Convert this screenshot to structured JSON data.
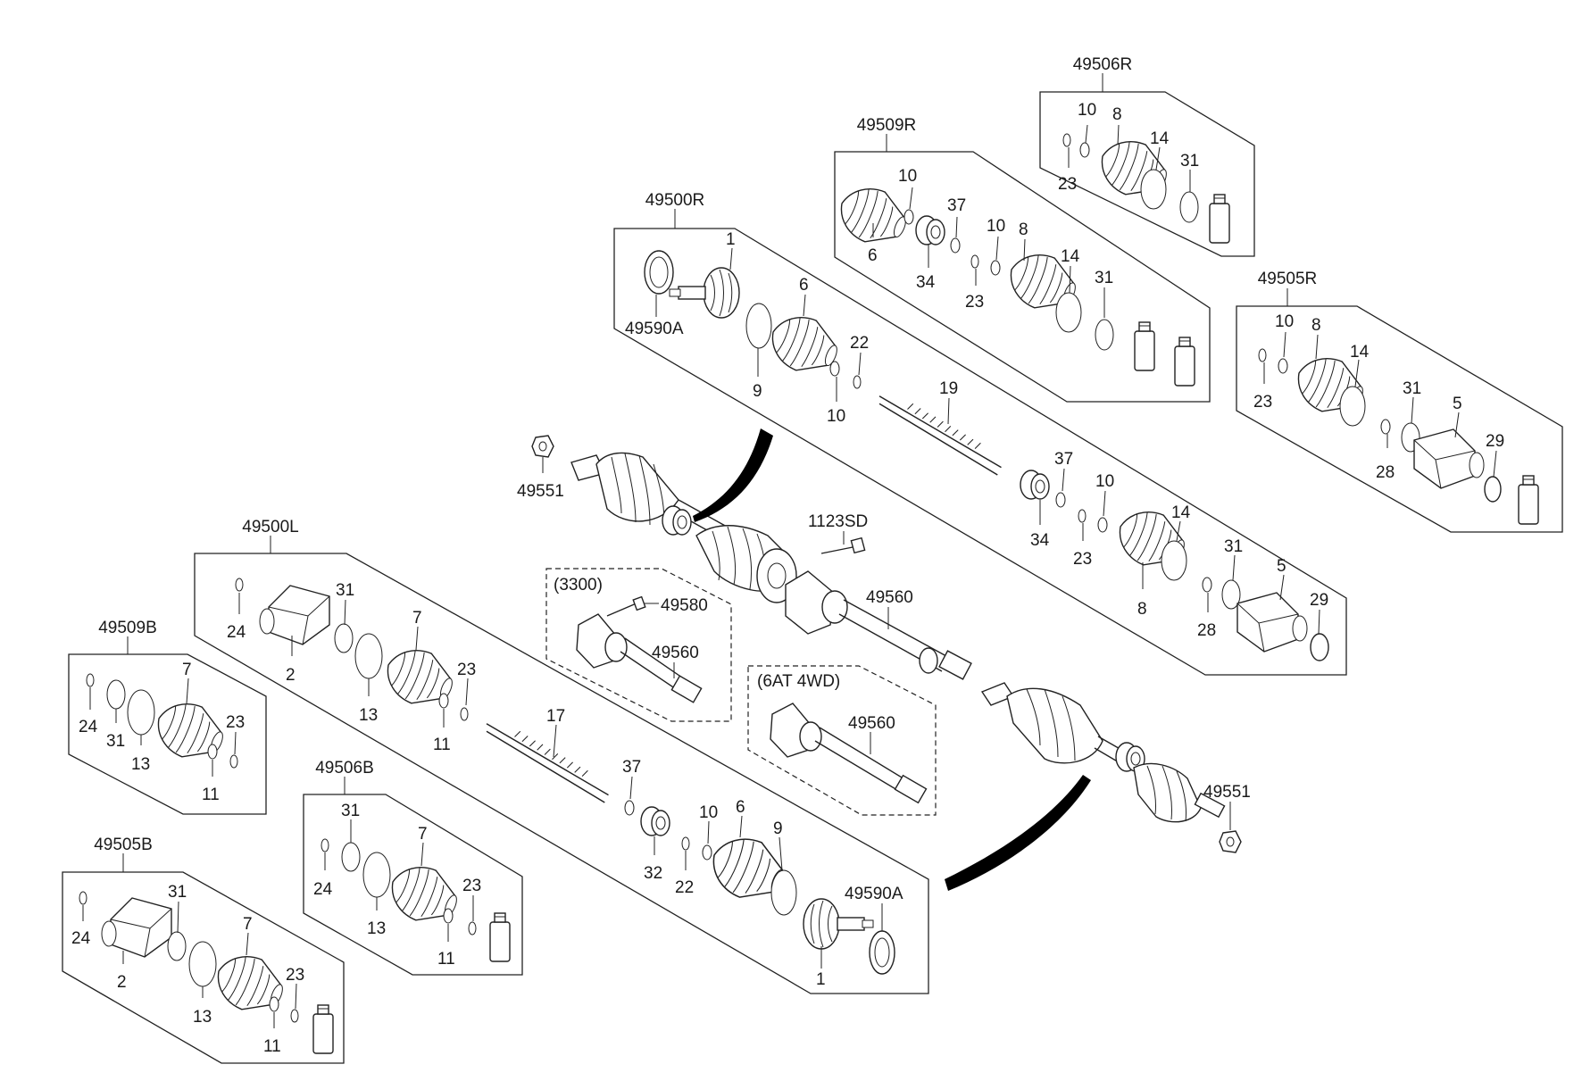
{
  "groups": {
    "g49506R": "49506R",
    "g49509R": "49509R",
    "g49500R": "49500R",
    "g49505R": "49505R",
    "g49500L": "49500L",
    "g49509B": "49509B",
    "g49506B": "49506B",
    "g49505B": "49505B",
    "v3300": "(3300)",
    "v6at4wd": "(6AT 4WD)"
  },
  "parts": {
    "p1": "1",
    "p2": "2",
    "p5": "5",
    "p6": "6",
    "p7": "7",
    "p8": "8",
    "p9": "9",
    "p10": "10",
    "p11": "11",
    "p13": "13",
    "p14": "14",
    "p17": "17",
    "p19": "19",
    "p22": "22",
    "p23": "23",
    "p24": "24",
    "p28": "28",
    "p29": "29",
    "p31": "31",
    "p32": "32",
    "p34": "34",
    "p37": "37",
    "p49590A": "49590A",
    "p49551": "49551",
    "p1123SD": "1123SD",
    "p49560": "49560",
    "p49580": "49580"
  }
}
